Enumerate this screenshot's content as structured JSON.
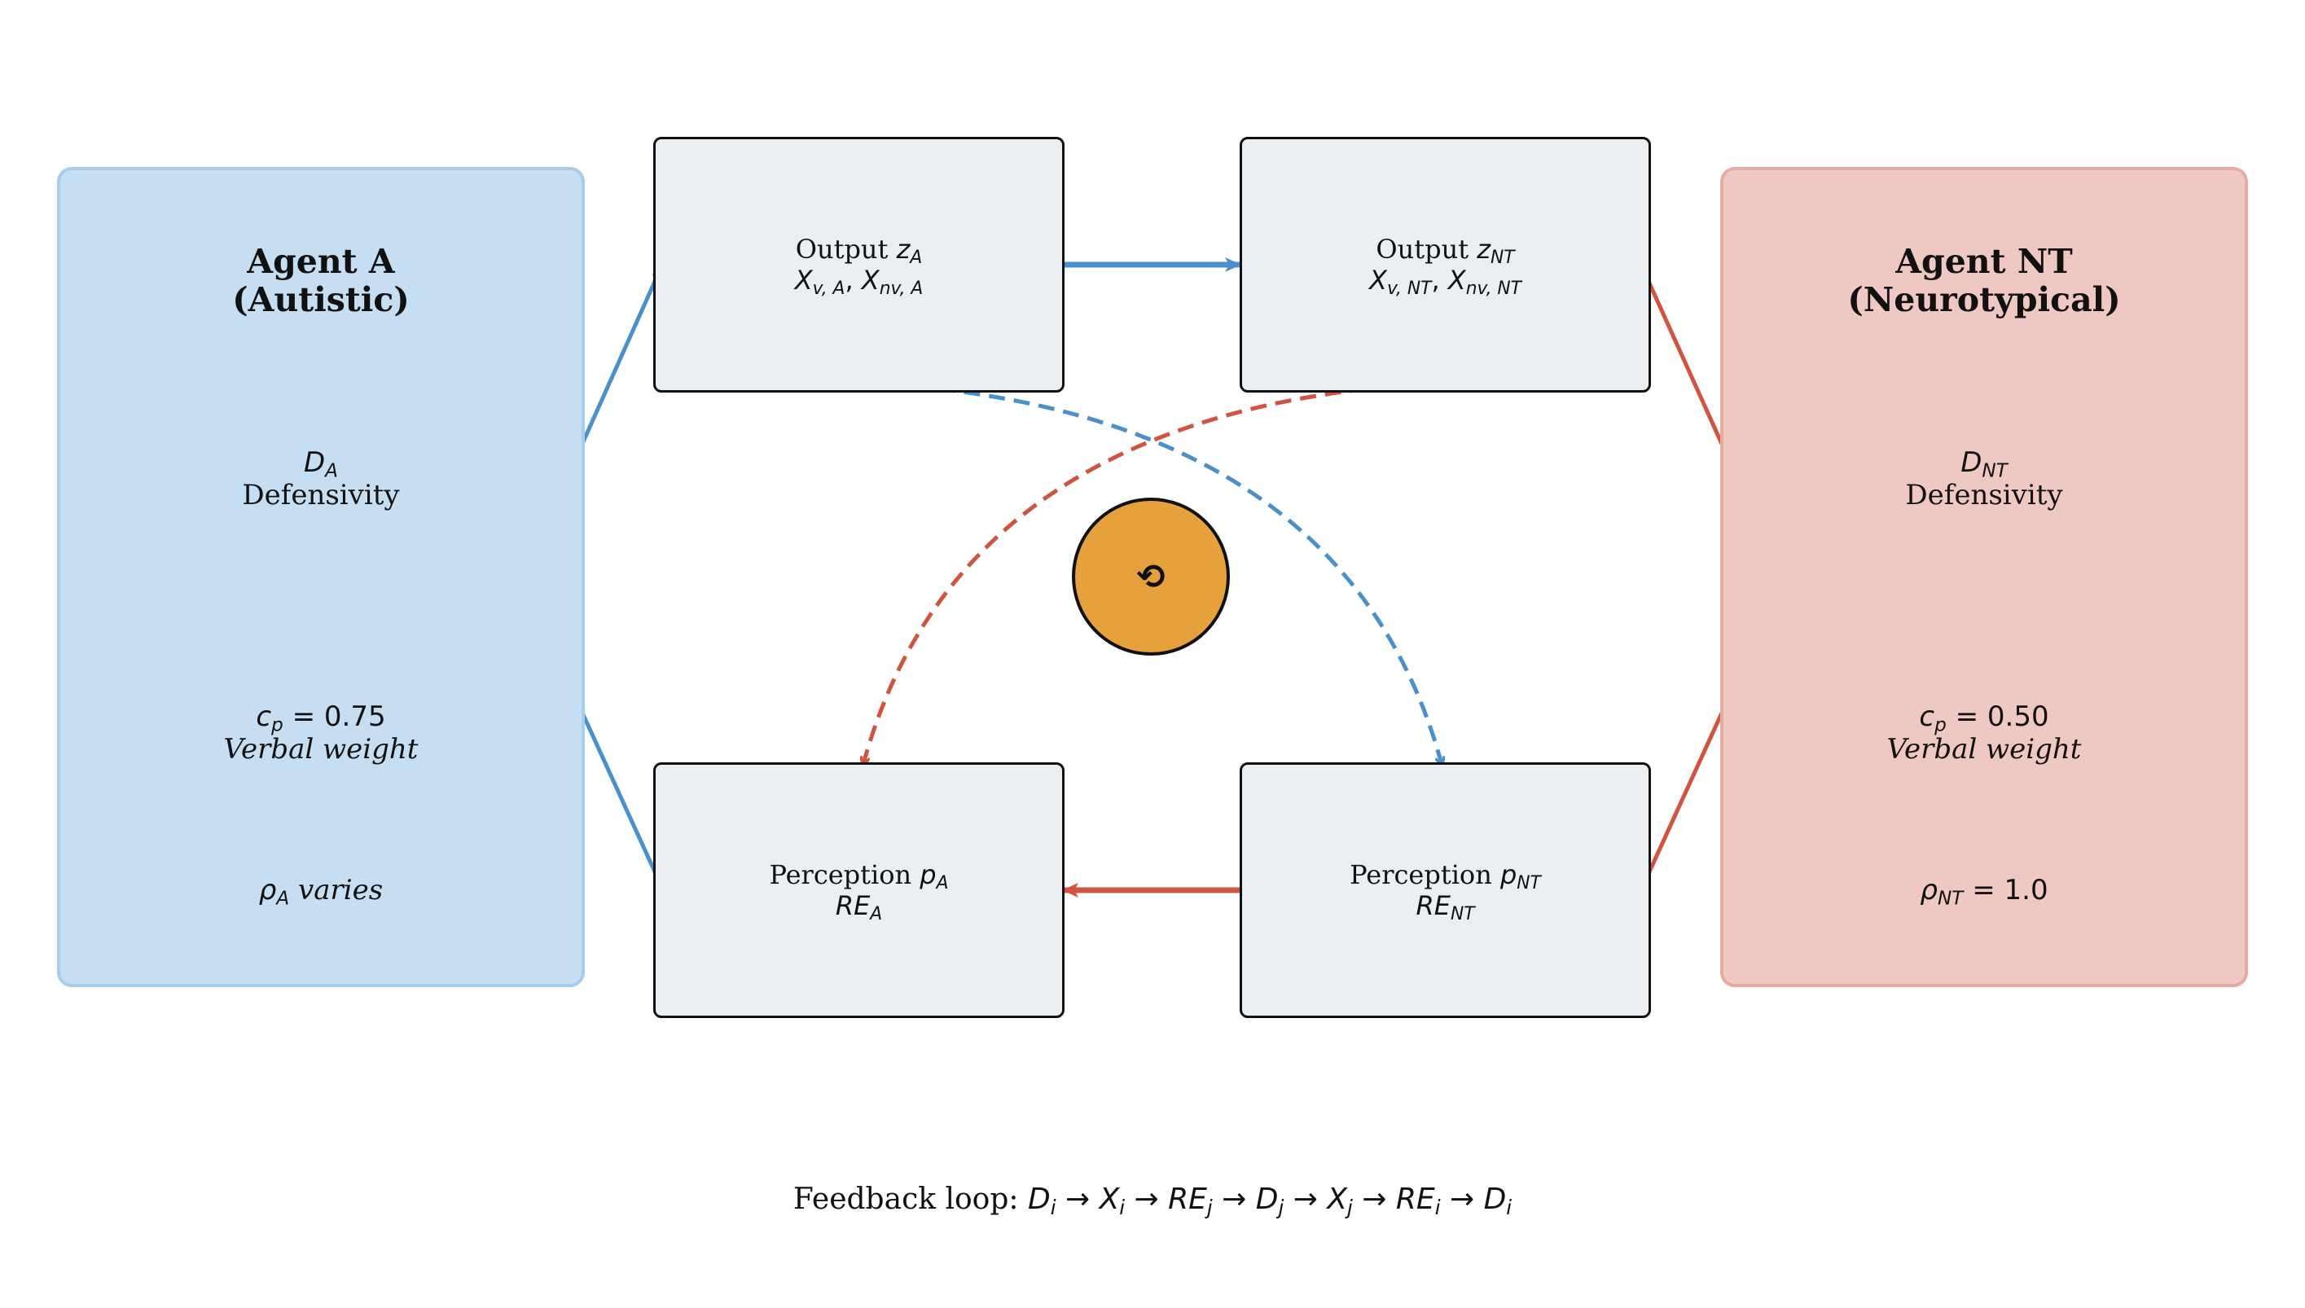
{
  "agent_a": {
    "title_line1": "Agent A",
    "title_line2": "(Autistic)",
    "defensivity_symbol": "D",
    "defensivity_sub": "A",
    "defensivity_label": "Defensivity",
    "cp_symbol": "c",
    "cp_sub": "p",
    "cp_value": " = 0.75",
    "cp_label": "Verbal weight",
    "rho_symbol": "ρ",
    "rho_sub": "A",
    "rho_text": " varies",
    "fill_color": "#c6def1",
    "arrow_color": "#4a90cc"
  },
  "agent_nt": {
    "title_line1": "Agent NT",
    "title_line2": "(Neurotypical)",
    "defensivity_symbol": "D",
    "defensivity_sub": "NT",
    "defensivity_label": "Defensivity",
    "cp_symbol": "c",
    "cp_sub": "p",
    "cp_value": " = 0.50",
    "cp_label": "Verbal weight",
    "rho_symbol": "ρ",
    "rho_sub": "NT",
    "rho_text": " = 1.0",
    "fill_color": "#f0c8c3",
    "arrow_color": "#d05440"
  },
  "boxes": {
    "output_a": {
      "label": "Output ",
      "z": "z",
      "z_sub": "A",
      "x1": "X",
      "x1_sub": "v, A",
      "sep": ", ",
      "x2": "X",
      "x2_sub": "nv, A"
    },
    "output_nt": {
      "label": "Output ",
      "z": "z",
      "z_sub": "NT",
      "x1": "X",
      "x1_sub": "v, NT",
      "sep": ", ",
      "x2": "X",
      "x2_sub": "nv, NT"
    },
    "perception_a": {
      "label": "Perception ",
      "p": "p",
      "p_sub": "A",
      "re": "RE",
      "re_sub": "A"
    },
    "perception_nt": {
      "label": "Perception ",
      "p": "p",
      "p_sub": "NT",
      "re": "RE",
      "re_sub": "NT"
    }
  },
  "center_icon": {
    "name": "cycle-icon",
    "glyph": "⟲",
    "fill_color": "#e6a03c"
  },
  "feedback": {
    "label": "Feedback loop: ",
    "t1": "D",
    "s1": "i",
    "t2": "X",
    "s2": "i",
    "t3": "RE",
    "s3": "j",
    "t4": "D",
    "s4": "j",
    "t5": "X",
    "s5": "j",
    "t6": "RE",
    "s6": "i",
    "t7": "D",
    "s7": "i",
    "arrow": " → "
  }
}
